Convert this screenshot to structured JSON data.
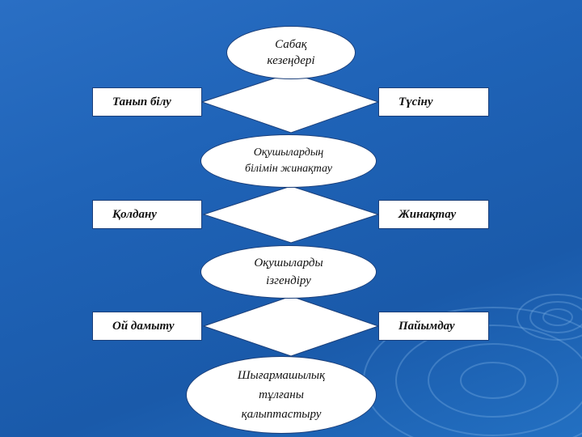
{
  "nodes": {
    "top": "Сабақ\nкезеңдері",
    "acc": "Оқушылардың\nбілімін жинақтау",
    "search": "Оқушыларды\nізгендіру",
    "creative": "Шығармашылық\nтұлғаны\nқалыптастыру"
  },
  "left_boxes": [
    "Танып білу",
    "Қолдану",
    "Ой дамыту"
  ],
  "right_boxes": [
    "Түсіну",
    "Жинақтау",
    "Пайымдау"
  ],
  "colors": {
    "background": "#1f63b7",
    "shape_fill": "#ffffff",
    "outline": "#1b3f7a"
  }
}
